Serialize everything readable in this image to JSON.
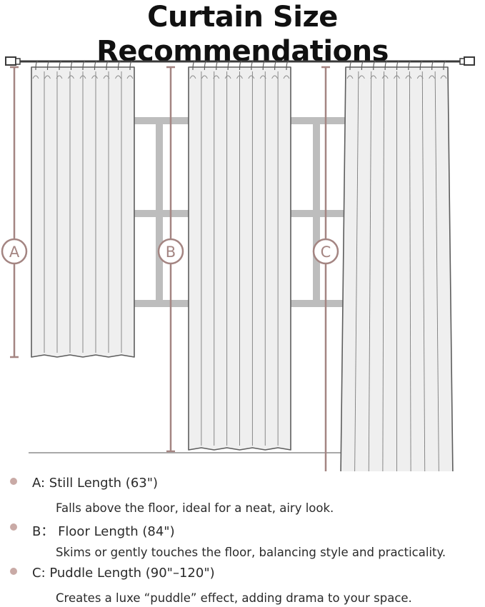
{
  "title": "Curtain Size Recommendations",
  "colors": {
    "accent": "#a48582",
    "bullet": "#c9aaa6",
    "curtain_fill": "#efefef",
    "curtain_stroke": "#5d5d5d",
    "window_frame": "#bdbdbd",
    "rod": "#3a3a3a"
  },
  "markers": [
    {
      "letter": "A"
    },
    {
      "letter": "B"
    },
    {
      "letter": "C"
    }
  ],
  "legend": [
    {
      "label": "A: Still Length (63\")",
      "description": "Falls above the floor, ideal for a neat, airy look."
    },
    {
      "label": "B： Floor Length (84\")",
      "description": "Skims or gently touches the floor, balancing style and practicality."
    },
    {
      "label": "C:  Puddle Length (90\"–120\")",
      "description": "Creates a luxe “puddle” effect, adding drama to your space."
    }
  ]
}
